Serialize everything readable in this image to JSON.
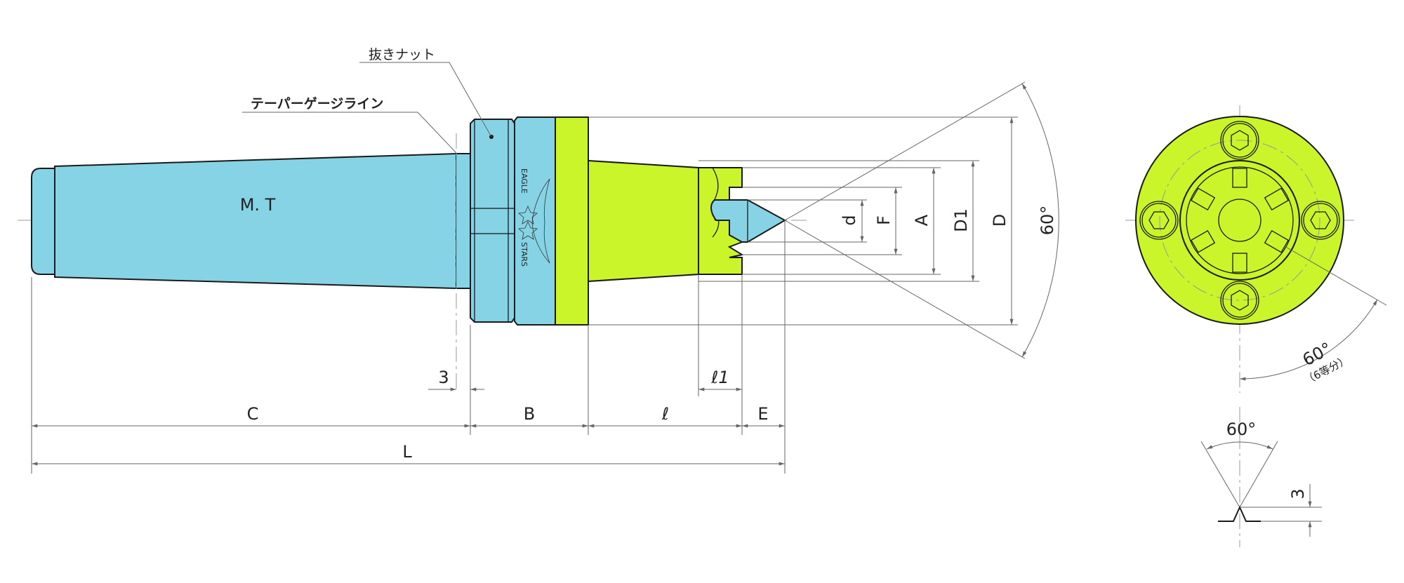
{
  "colors": {
    "blue": "#87d3e6",
    "green": "#c9f52a",
    "outline": "#1a1a1a",
    "dim": "#666666"
  },
  "callouts": {
    "nut": "抜きナット",
    "taper_gauge_line": "テーパーゲージライン"
  },
  "body_label": "M. T",
  "logo": {
    "top": "EAGLE",
    "bottom": "STARS"
  },
  "dims": {
    "gauge_offset": "3",
    "C": "C",
    "B": "B",
    "l": "ℓ",
    "E": "E",
    "L": "L",
    "l1": "ℓ1",
    "d": "d",
    "F": "F",
    "A": "A",
    "D1": "D1",
    "D": "D",
    "tip_angle": "60°"
  },
  "front_view": {
    "angle": "60°",
    "angle_note": "（6等分）"
  },
  "groove_detail": {
    "angle": "60°",
    "depth": "3"
  }
}
